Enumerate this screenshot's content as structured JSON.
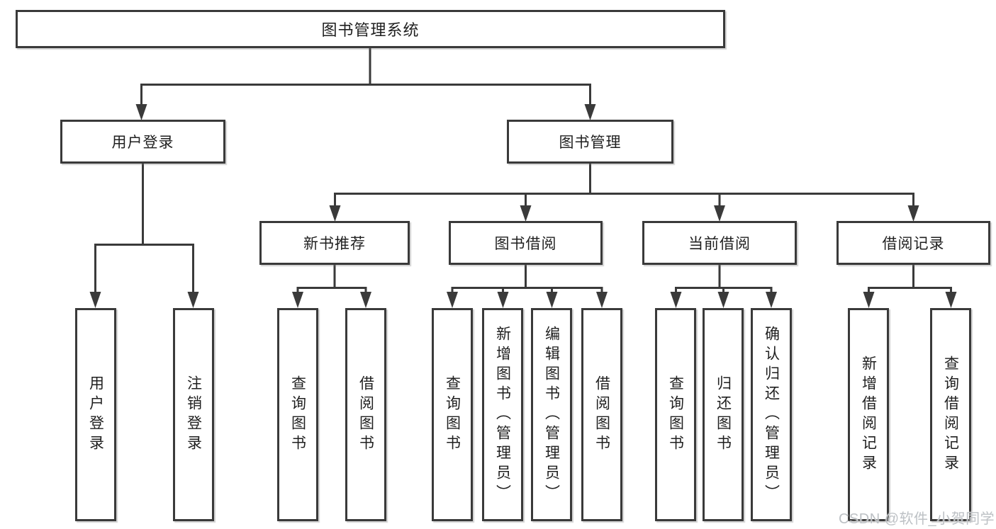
{
  "diagram": {
    "root": {
      "label": "图书管理系统"
    },
    "level1": [
      {
        "label": "用户登录",
        "children": [
          {
            "label": "用户登录"
          },
          {
            "label": "注销登录"
          }
        ]
      },
      {
        "label": "图书管理",
        "children": [
          {
            "label": "新书推荐",
            "children": [
              {
                "label": "查询图书"
              },
              {
                "label": "借阅图书"
              }
            ]
          },
          {
            "label": "图书借阅",
            "children": [
              {
                "label": "查询图书"
              },
              {
                "label": "新增图书（管理员）"
              },
              {
                "label": "编辑图书（管理员）"
              },
              {
                "label": "借阅图书"
              }
            ]
          },
          {
            "label": "当前借阅",
            "children": [
              {
                "label": "查询图书"
              },
              {
                "label": "归还图书"
              },
              {
                "label": "确认归还（管理员）"
              }
            ]
          },
          {
            "label": "借阅记录",
            "children": [
              {
                "label": "新增借阅记录"
              },
              {
                "label": "查询借阅记录"
              }
            ]
          }
        ]
      }
    ]
  },
  "watermark": {
    "text": "CSDN @软件_小贺同学"
  },
  "colors": {
    "line": "#3a3a3a",
    "box_border": "#3a3a3a",
    "box_background": "#ffffff",
    "text": "#1f1f1f",
    "watermark": "#bdc1c5",
    "background": "#ffffff"
  }
}
